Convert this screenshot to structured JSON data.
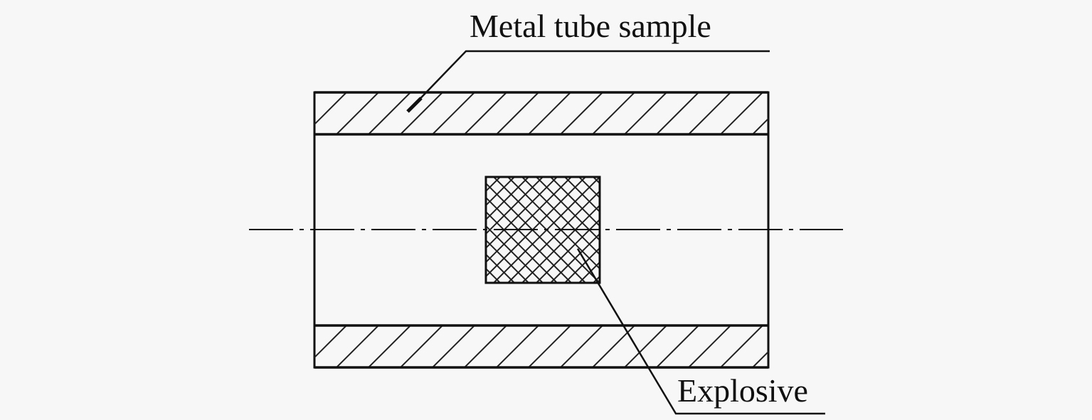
{
  "diagram": {
    "description": "Cross-section schematic of a metal tube sample with an explosive charge on the central axis",
    "labels": {
      "tube": "Metal tube sample",
      "explosive": "Explosive"
    },
    "components": [
      {
        "id": "tube-wall-top",
        "name": "Metal tube wall (upper section)",
        "fill": "diagonal hatch"
      },
      {
        "id": "tube-wall-bottom",
        "name": "Metal tube wall (lower section)",
        "fill": "diagonal hatch"
      },
      {
        "id": "explosive-charge",
        "name": "Explosive",
        "fill": "cross hatch"
      },
      {
        "id": "axis",
        "name": "Center axis",
        "style": "dash-dot line"
      }
    ],
    "colors": {
      "background": "#f7f7f7",
      "line": "#111111"
    }
  }
}
